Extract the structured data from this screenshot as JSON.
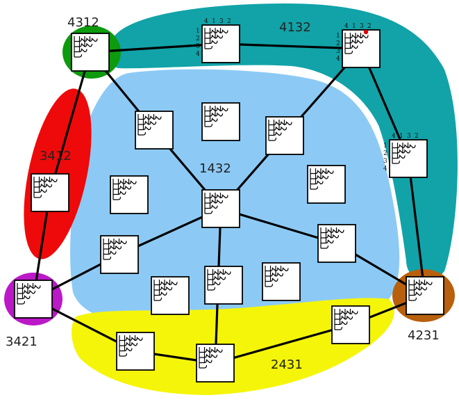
{
  "regions": [
    {
      "name": "region-4312",
      "label": "4312",
      "color": "#0d9a0d"
    },
    {
      "name": "region-4132",
      "label": "4132",
      "color": "#11a3a8"
    },
    {
      "name": "region-3412",
      "label": "3412",
      "color": "#ee0a0a"
    },
    {
      "name": "region-1432",
      "label": "1432",
      "color": "#8ccaf5"
    },
    {
      "name": "region-3421",
      "label": "3421",
      "color": "#bb18c8"
    },
    {
      "name": "region-4231",
      "label": "4231",
      "color": "#b8600e"
    },
    {
      "name": "region-2431",
      "label": "2431",
      "color": "#f5f50a"
    }
  ],
  "annotations": {
    "col_labels": [
      "4",
      "1",
      "3",
      "2"
    ],
    "row_labels": [
      "1",
      "2",
      "3",
      "4"
    ],
    "marker_color": "#e00000"
  },
  "colors": {
    "edge": "#000000",
    "tile_fill": "#ffffff"
  }
}
